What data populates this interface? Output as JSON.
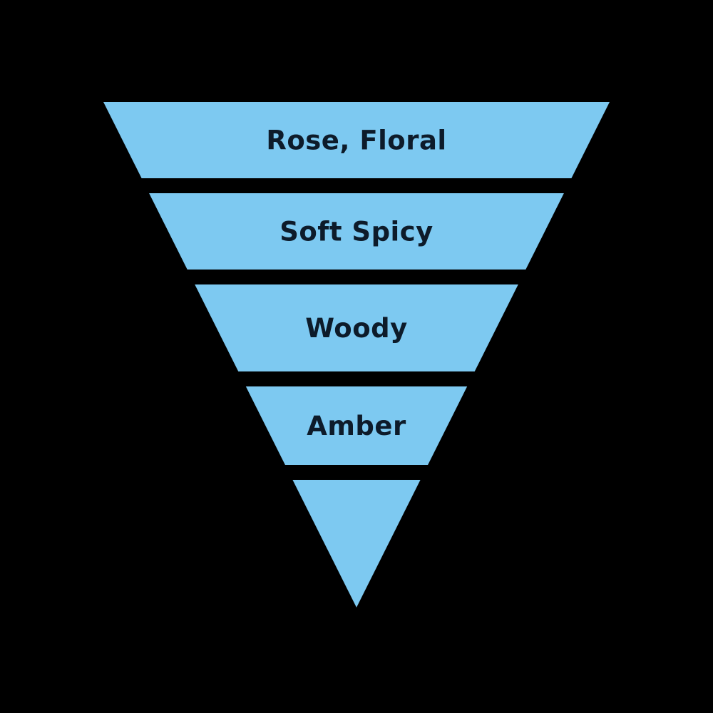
{
  "diagram": {
    "type": "funnel",
    "orientation": "inverted-pyramid",
    "levels": [
      {
        "label": "Rose, Floral"
      },
      {
        "label": "Soft Spicy"
      },
      {
        "label": "Woody"
      },
      {
        "label": "Amber"
      },
      {
        "label": ""
      }
    ],
    "colors": {
      "segment": "#7DC9F1",
      "label_text": "#0D1B2A",
      "background": "#000000"
    }
  }
}
